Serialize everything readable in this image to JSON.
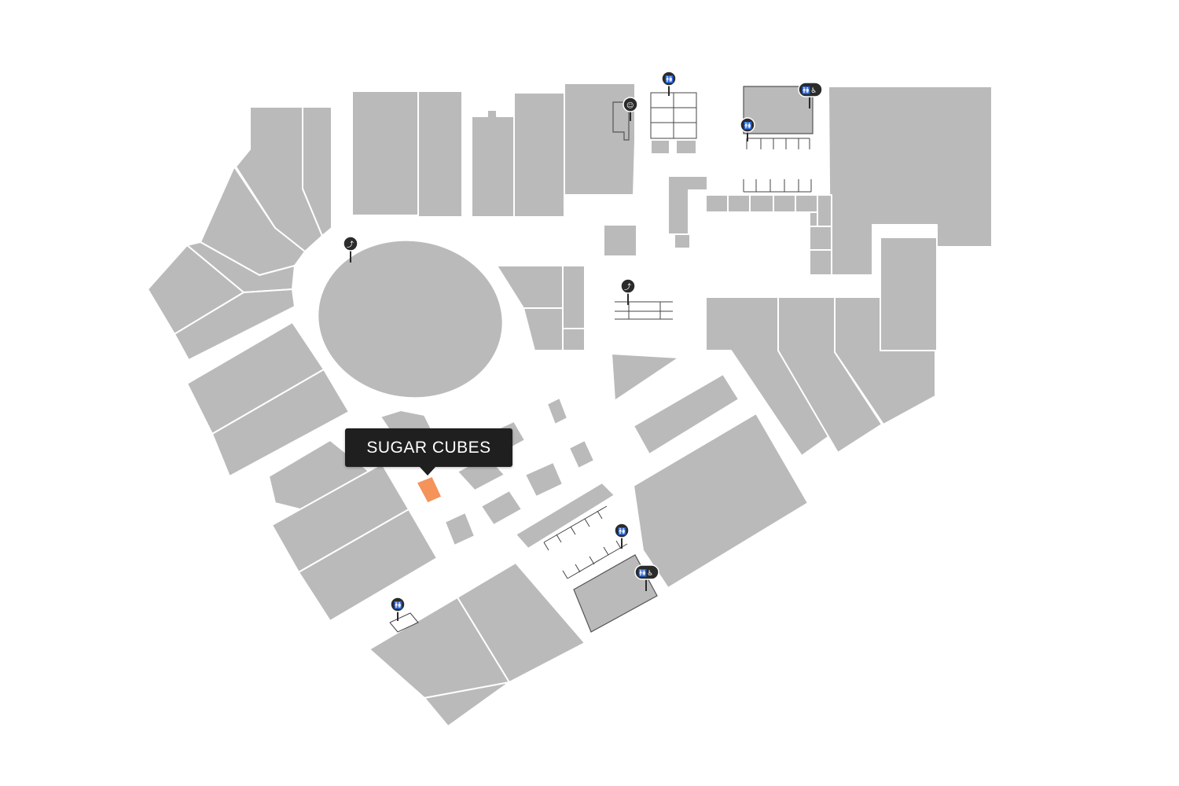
{
  "map": {
    "selected_store": {
      "name": "SUGAR CUBES",
      "highlight_color": "#f4935a"
    },
    "unit_color": "#bababa",
    "tooltip_color": "#1f1f1f",
    "amenities": [
      {
        "id": "restroom-top",
        "icon": "restroom-icon"
      },
      {
        "id": "baby-change-top",
        "icon": "baby-change-icon"
      },
      {
        "id": "restroom-accessible-top-right",
        "icon": "restroom-accessible-icon"
      },
      {
        "id": "restroom-top-right-lower",
        "icon": "restroom-icon"
      },
      {
        "id": "escalator-left",
        "icon": "escalator-icon"
      },
      {
        "id": "escalator-center",
        "icon": "escalator-icon"
      },
      {
        "id": "restroom-bottom-center",
        "icon": "restroom-icon"
      },
      {
        "id": "restroom-accessible-bottom",
        "icon": "restroom-accessible-icon"
      },
      {
        "id": "restroom-bottom-left",
        "icon": "restroom-icon"
      }
    ]
  }
}
